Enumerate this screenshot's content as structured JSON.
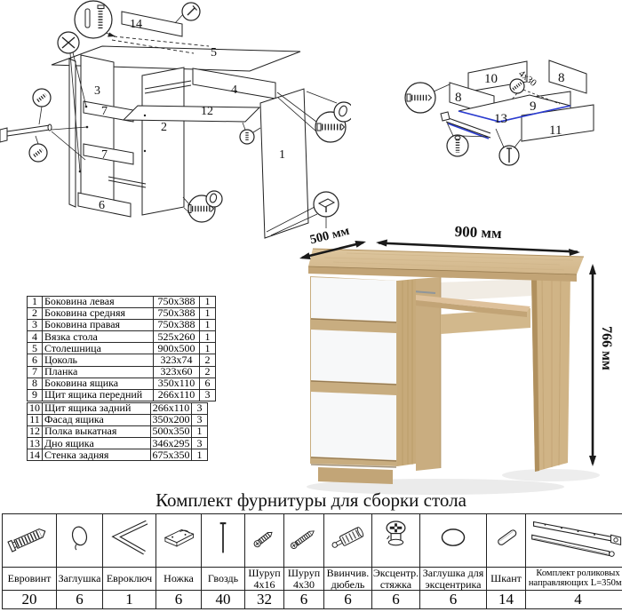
{
  "parts_table": {
    "rows": [
      {
        "num": "1",
        "name": "Боковина левая",
        "size": "750x388",
        "qty": "1"
      },
      {
        "num": "2",
        "name": "Боковина средняя",
        "size": "750x388",
        "qty": "1"
      },
      {
        "num": "3",
        "name": "Боковина правая",
        "size": "750x388",
        "qty": "1"
      },
      {
        "num": "4",
        "name": "Вязка стола",
        "size": "525x260",
        "qty": "1"
      },
      {
        "num": "5",
        "name": "Столешница",
        "size": "900x500",
        "qty": "1"
      },
      {
        "num": "6",
        "name": "Цоколь",
        "size": "323x74",
        "qty": "2"
      },
      {
        "num": "7",
        "name": "Планка",
        "size": "323x60",
        "qty": "2"
      },
      {
        "num": "8",
        "name": "Боковина ящика",
        "size": "350x110",
        "qty": "6"
      },
      {
        "num": "9",
        "name": "Щит ящика передний",
        "size": "266x110",
        "qty": "3"
      },
      {
        "num": "10",
        "name": "Щит ящика задний",
        "size": "266x110",
        "qty": "3"
      },
      {
        "num": "11",
        "name": "Фасад ящика",
        "size": "350x200",
        "qty": "3"
      },
      {
        "num": "12",
        "name": "Полка выкатная",
        "size": "500x350",
        "qty": "1"
      },
      {
        "num": "13",
        "name": "Дно ящика",
        "size": "346x295",
        "qty": "3"
      },
      {
        "num": "14",
        "name": "Стенка задняя",
        "size": "675x350",
        "qty": "1"
      }
    ]
  },
  "hardware": {
    "title": "Комплект фурнитуры для сборки стола",
    "items": [
      {
        "icon": "euro-screw-icon",
        "name": "Евровинт",
        "qty": "20"
      },
      {
        "icon": "cap-icon",
        "name": "Заглушка",
        "qty": "6"
      },
      {
        "icon": "hex-key-icon",
        "name": "Евроключ",
        "qty": "1"
      },
      {
        "icon": "foot-icon",
        "name": "Ножка",
        "qty": "6"
      },
      {
        "icon": "nail-icon",
        "name": "Гвоздь",
        "qty": "40"
      },
      {
        "icon": "screw-4x16-icon",
        "name": "Шуруп 4х16",
        "qty": "32"
      },
      {
        "icon": "screw-4x30-icon",
        "name": "Шуруп 4х30",
        "qty": "6"
      },
      {
        "icon": "screw-in-dowel-icon",
        "name": "Ввинчив. дюбель",
        "qty": "6"
      },
      {
        "icon": "cam-lock-icon",
        "name": "Эксцентр. стяжка",
        "qty": "6"
      },
      {
        "icon": "cam-cap-icon",
        "name": "Заглушка для эксцентрика",
        "qty": "6"
      },
      {
        "icon": "dowel-icon",
        "name": "Шкант",
        "qty": "14"
      },
      {
        "icon": "roller-slides-icon",
        "name": "Комплект роликовых направляющих L=350мм",
        "qty": "4"
      }
    ]
  },
  "dimensions": {
    "width": "900 мм",
    "depth": "500 мм",
    "height": "766 мм"
  },
  "diagram_left": {
    "labels": [
      "14",
      "5",
      "3",
      "7",
      "7",
      "6",
      "2",
      "12",
      "4",
      "1"
    ]
  },
  "diagram_right": {
    "labels": [
      "10",
      "8",
      "8",
      "9",
      "13",
      "11"
    ],
    "screw_note": "4х30"
  }
}
